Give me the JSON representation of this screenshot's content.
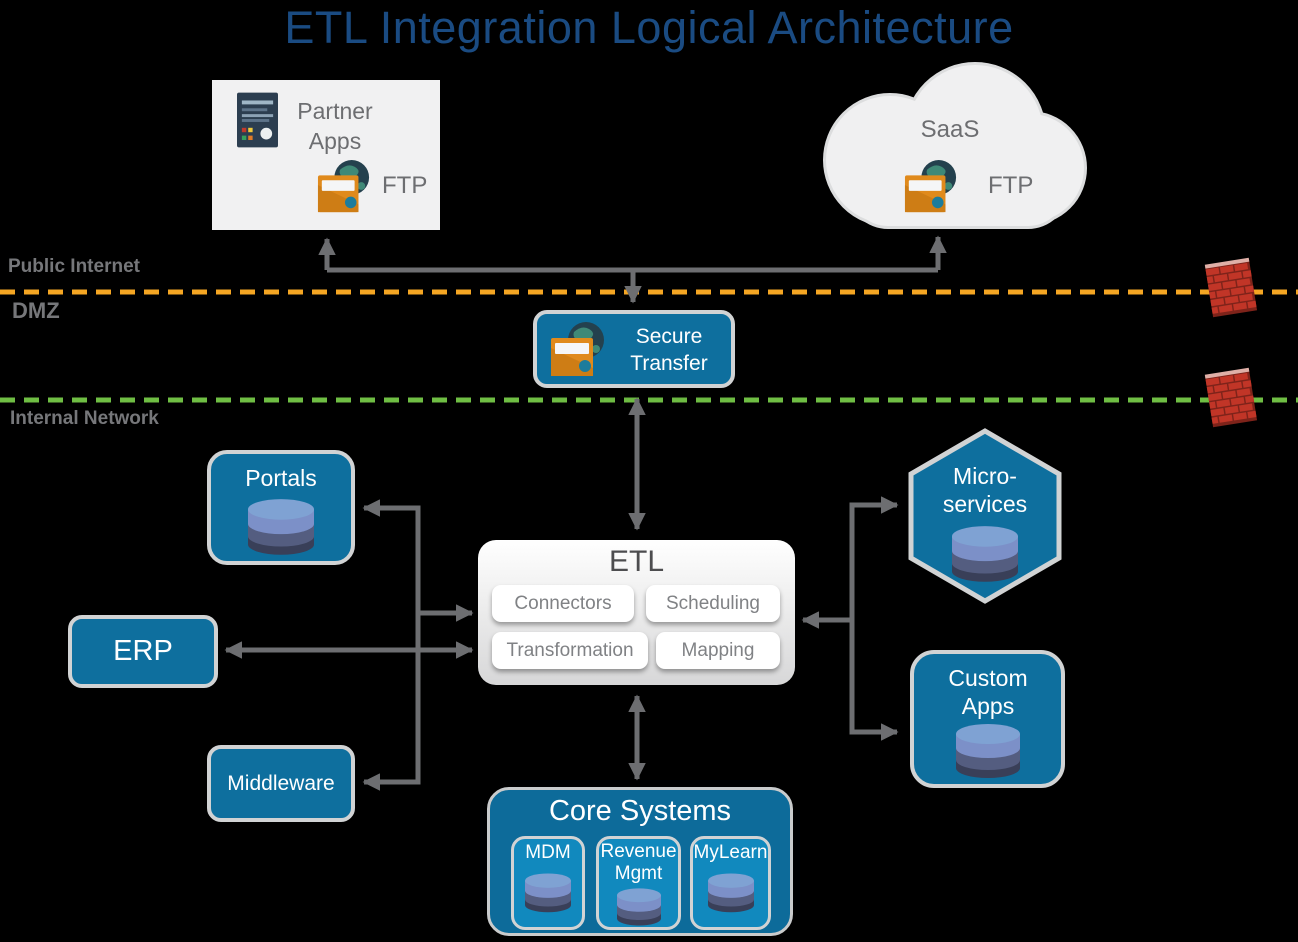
{
  "title": "ETL Integration Logical Architecture",
  "zones": {
    "public_internet": "Public Internet",
    "dmz": "DMZ",
    "internal_network": "Internal Network"
  },
  "nodes": {
    "partner_apps": {
      "label": "Partner Apps",
      "ftp_label": "FTP"
    },
    "saas": {
      "label": "SaaS",
      "ftp_label": "FTP"
    },
    "secure_transfer": {
      "label": "Secure Transfer"
    },
    "portals": {
      "label": "Portals"
    },
    "erp": {
      "label": "ERP"
    },
    "middleware": {
      "label": "Middleware"
    },
    "etl": {
      "label": "ETL",
      "components": [
        "Connectors",
        "Scheduling",
        "Transformation",
        "Mapping"
      ]
    },
    "microservices": {
      "label": "Micro-services"
    },
    "custom_apps": {
      "label": "Custom Apps"
    },
    "core_systems": {
      "label": "Core Systems",
      "subsystems": [
        "MDM",
        "Revenue Mgmt",
        "MyLearn"
      ]
    }
  },
  "icons": {
    "partner_apps": "app-server-icon",
    "ftp": "ftp-folder-globe-icon",
    "database": "database-cylinder-icon",
    "firewall": "brick-firewall-icon",
    "saas": "cloud-shape"
  },
  "colors": {
    "background": "#000000",
    "title_blue": "#1A4B82",
    "node_blue": "#0E6F9E",
    "core_blue": "#0D6B9A",
    "subnode_blue": "#1189BE",
    "border_gray": "#D1D3D4",
    "arrow_gray": "#6D6E71",
    "zone_label_gray": "#76777A",
    "dmz_dash_orange": "#F5A623",
    "internal_dash_green": "#6FBE44",
    "firewall_red": "#C13527",
    "folder_orange": "#E08A1C",
    "globe_teal": "#3F8977",
    "cylinder_top": "#7FA2D3"
  }
}
